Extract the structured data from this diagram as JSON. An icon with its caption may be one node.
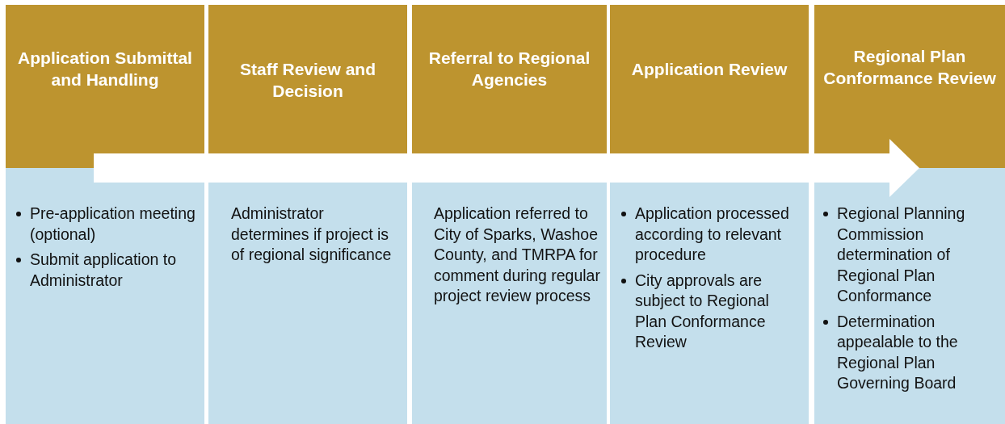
{
  "diagram": {
    "nodes": [
      {
        "text": [
          "Application Submittal and Handling",
          "Pre-application meeting (optional)",
          "Submit application to Administrator"
        ]
      },
      {
        "text": [
          "Staff Review and Decision",
          "Administrator determines if project is of regional significance"
        ]
      },
      {
        "text": [
          "Referral to Regional Agencies",
          "Application referred to City of Sparks, Washoe County, and TMRPA for comment during regular project review process"
        ]
      },
      {
        "text": [
          "Application Review",
          "Application processed according to relevant procedure",
          "City approvals are subject to Regional Plan Conformance Review"
        ]
      },
      {
        "text": [
          "Regional Plan Conformance Review",
          "Regional Planning Commission determination of Regional Plan Conformance",
          "Determination appealable to the Regional Plan Governing Board"
        ]
      }
    ]
  }
}
